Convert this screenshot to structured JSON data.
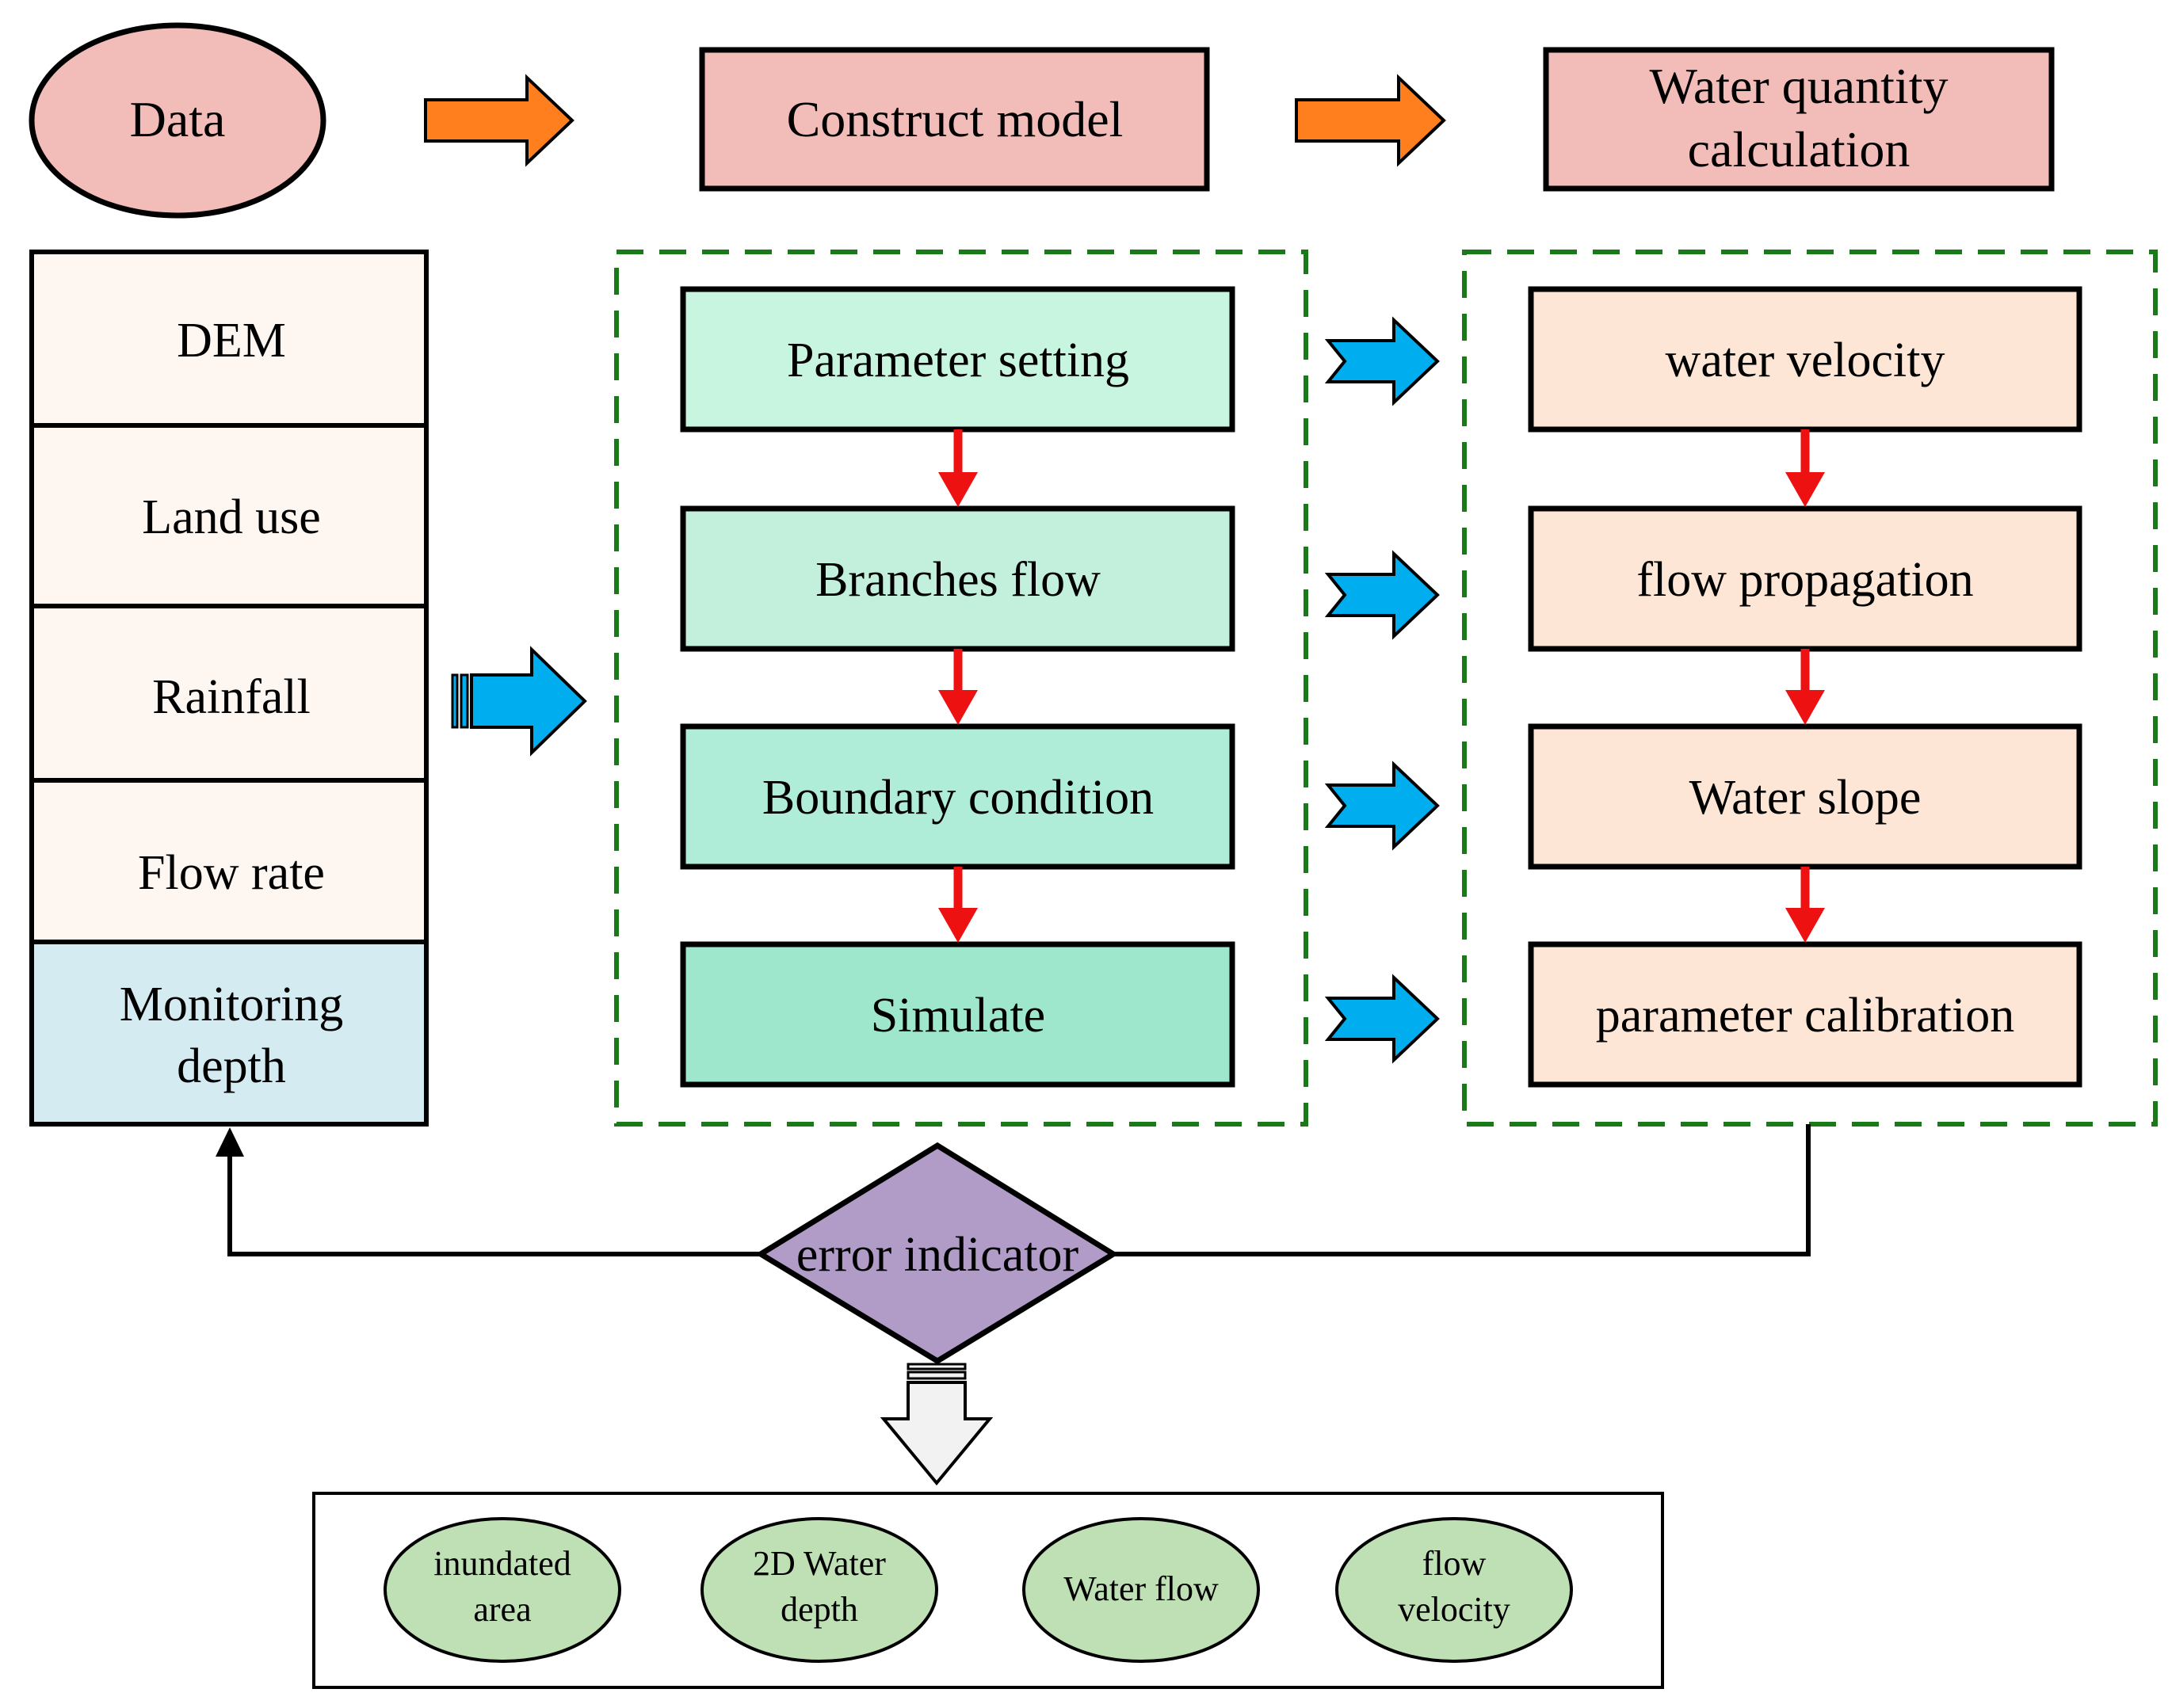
{
  "header": {
    "data_label": "Data",
    "construct_label": "Construct model",
    "wq_line1": "Water quantity",
    "wq_line2": "calculation"
  },
  "data_list": {
    "items": [
      "DEM",
      "Land use",
      "Rainfall",
      "Flow rate"
    ],
    "monitoring_line1": "Monitoring",
    "monitoring_line2": "depth"
  },
  "model_steps": [
    "Parameter setting",
    "Branches flow",
    "Boundary condition",
    "Simulate"
  ],
  "calc_steps": [
    "water velocity",
    "flow propagation",
    "Water slope",
    "parameter calibration"
  ],
  "decision": {
    "label": "error indicator"
  },
  "indicators": [
    {
      "line1": "inundated",
      "line2": "area"
    },
    {
      "line1": "2D Water",
      "line2": "depth"
    },
    {
      "line1": "Water flow",
      "line2": ""
    },
    {
      "line1": "flow",
      "line2": "velocity"
    }
  ],
  "colors": {
    "header_pink": "#f2bcb8",
    "data_cell": "#fdf6f1",
    "monitoring_cell": "#d4ebf2",
    "model_greens": [
      "#c8f5e0",
      "#c2f0dc",
      "#b0edd8",
      "#9ee7cc"
    ],
    "calc_peach": "#fde6d6",
    "orange_arrow": "#ff7f1f",
    "blue_arrow": "#00aeef",
    "red_arrow": "#ee1111",
    "dashed_green": "#1a7a1a",
    "diamond": "#b19cc8",
    "ellipse_green": "#bfe0b4",
    "grey_arrow": "#f2f2f2"
  }
}
